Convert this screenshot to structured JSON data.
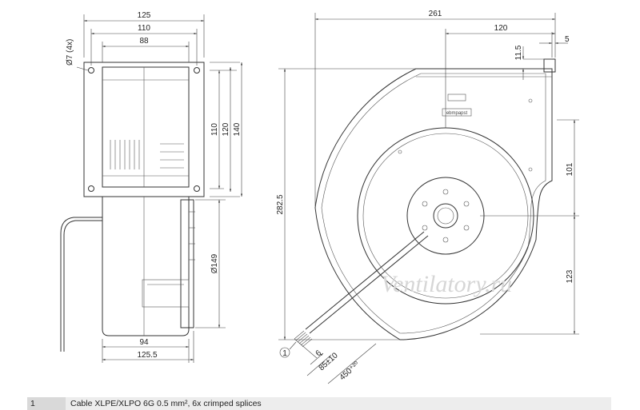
{
  "dimensions": {
    "side": {
      "w125": "125",
      "w110": "110",
      "w88": "88",
      "hole": "Ø7 (4x)",
      "h110": "110",
      "h120": "120",
      "h140": "140",
      "d149": "Ø149",
      "b94": "94",
      "b125_5": "125.5"
    },
    "front": {
      "w261": "261",
      "w120": "120",
      "h11_5": "11.5",
      "w5": "5",
      "h282_5": "282.5",
      "h101": "101",
      "h123": "123",
      "c6": "6",
      "c85": "85±10",
      "c450": "450⁺²⁰",
      "callout": "1",
      "brand": "ebmpapst"
    }
  },
  "watermark": "Ventilatory.ru",
  "legend": {
    "number": "1",
    "text": "Cable XLPE/XLPO 6G 0.5 mm², 6x crimped splices"
  }
}
